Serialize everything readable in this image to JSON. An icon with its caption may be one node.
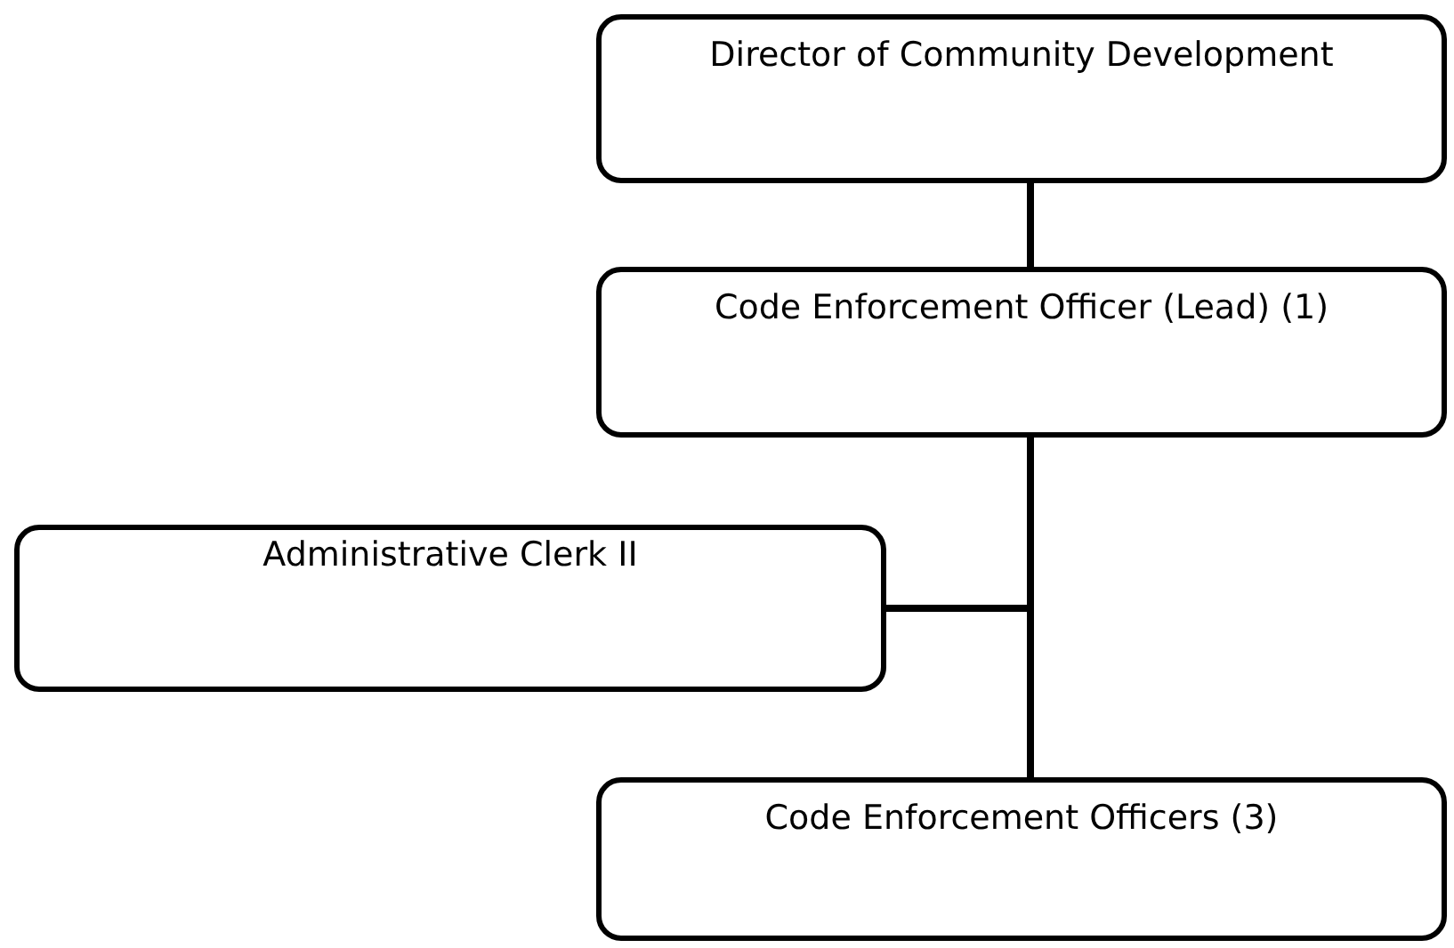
{
  "diagram": {
    "nodes": [
      {
        "text": [
          "Director of Community Development"
        ]
      },
      {
        "text": [
          "Code Enforcement Officer (Lead) (1)"
        ]
      },
      {
        "text": [
          "Administrative Clerk II"
        ]
      },
      {
        "text": [
          "Code Enforcement Officers (3)"
        ]
      }
    ],
    "edges": [
      {
        "from": 0,
        "to": 1,
        "arrow": "none"
      },
      {
        "from": 1,
        "to": 2,
        "arrow": "none"
      },
      {
        "from": 1,
        "to": 3,
        "arrow": "none"
      }
    ]
  }
}
